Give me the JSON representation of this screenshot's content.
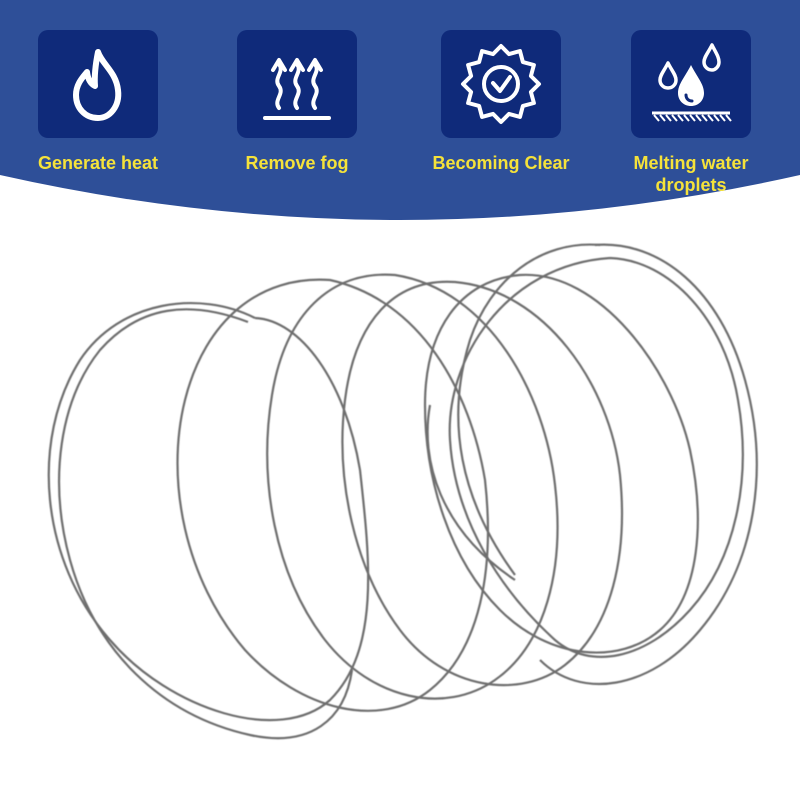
{
  "colors": {
    "banner": "#2e4f98",
    "tile": "#0f2a7a",
    "label": "#f5e23a",
    "icon": "#ffffff",
    "wire": "#6e6e6e"
  },
  "features": [
    {
      "icon": "flame-icon",
      "label": "Generate heat"
    },
    {
      "icon": "heat-waves-icon",
      "label": "Remove fog"
    },
    {
      "icon": "badge-check-icon",
      "label": "Becoming Clear"
    },
    {
      "icon": "water-droplets-icon",
      "label": "Melting water droplets"
    }
  ]
}
